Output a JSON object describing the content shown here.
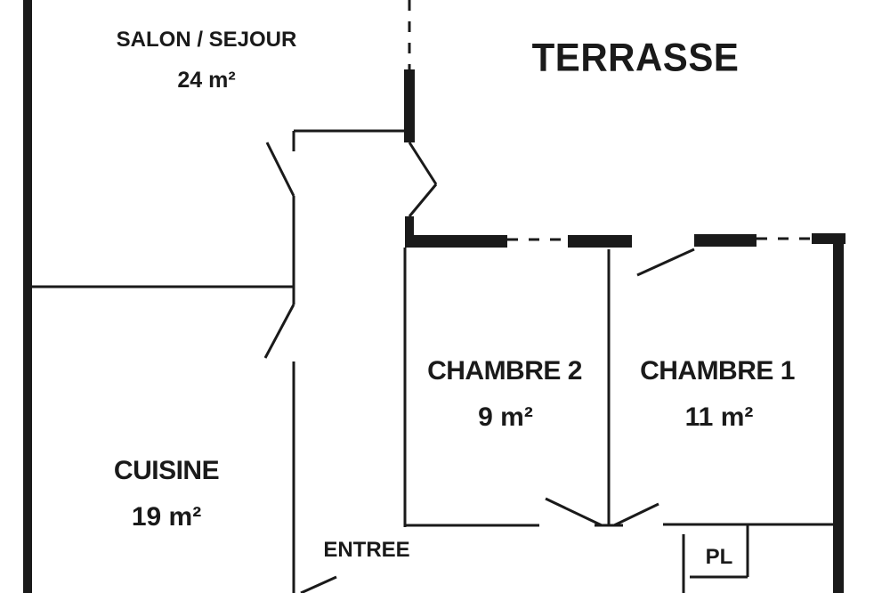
{
  "rooms": {
    "salon": {
      "name": "SALON / SEJOUR",
      "area": "24 m²"
    },
    "terrasse": {
      "name": "TERRASSE"
    },
    "chambre2": {
      "name": "CHAMBRE 2",
      "area": "9 m²"
    },
    "chambre1": {
      "name": "CHAMBRE 1",
      "area": "11 m²"
    },
    "cuisine": {
      "name": "CUISINE",
      "area": "19 m²"
    },
    "entree": {
      "name": "ENTREE"
    },
    "placard": {
      "name": "PL"
    }
  },
  "colors": {
    "line": "#1a1a1a",
    "background": "#ffffff"
  }
}
